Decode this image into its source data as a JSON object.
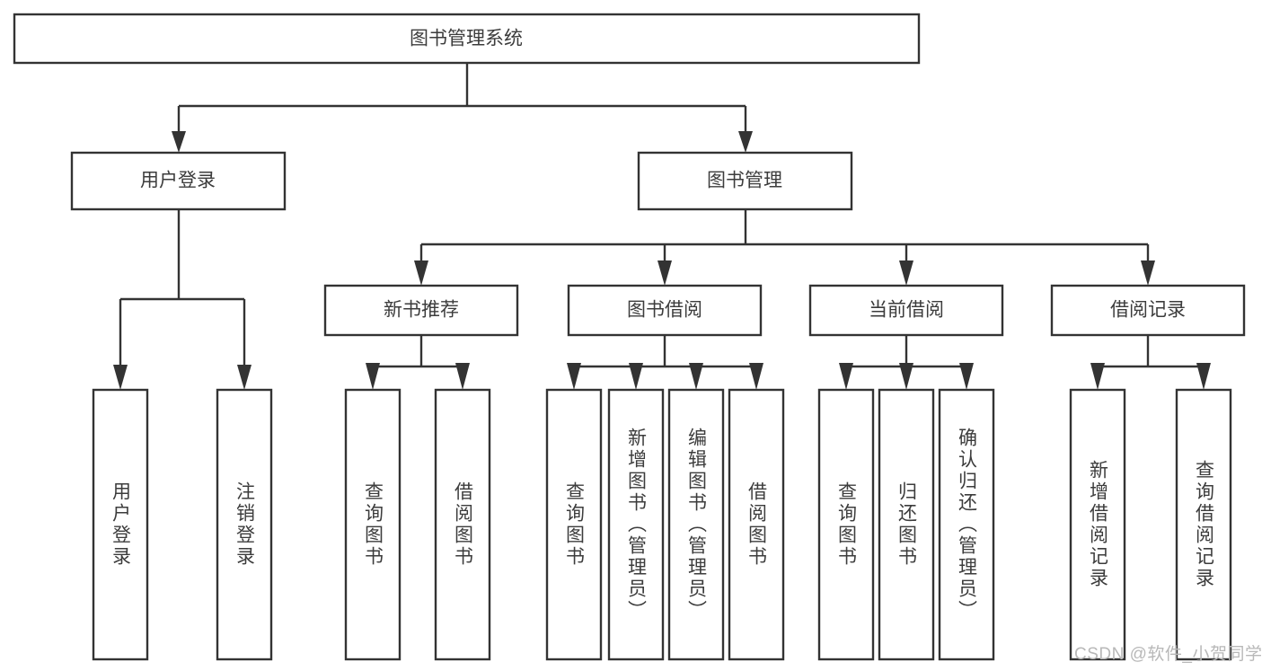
{
  "diagram": {
    "title": "图书管理系统",
    "type": "tree-hierarchy-chart",
    "root": {
      "id": "root",
      "label": "图书管理系统"
    },
    "level1": [
      {
        "id": "user-login",
        "label": "用户登录"
      },
      {
        "id": "book-admin",
        "label": "图书管理"
      }
    ],
    "level2": [
      {
        "id": "new-book-rec",
        "label": "新书推荐",
        "parent": "book-admin"
      },
      {
        "id": "book-borrow",
        "label": "图书借阅",
        "parent": "book-admin"
      },
      {
        "id": "current-borrow",
        "label": "当前借阅",
        "parent": "book-admin"
      },
      {
        "id": "borrow-record",
        "label": "借阅记录",
        "parent": "book-admin"
      }
    ],
    "leaves": {
      "user-login": [
        {
          "id": "leaf-user-login",
          "label": "用户登录"
        },
        {
          "id": "leaf-logout",
          "label": "注销登录"
        }
      ],
      "new-book-rec": [
        {
          "id": "leaf-query-book-1",
          "label": "查询图书"
        },
        {
          "id": "leaf-borrow-book-1",
          "label": "借阅图书"
        }
      ],
      "book-borrow": [
        {
          "id": "leaf-query-book-2",
          "label": "查询图书"
        },
        {
          "id": "leaf-add-book",
          "label": "新增图书（管理员）"
        },
        {
          "id": "leaf-edit-book",
          "label": "编辑图书（管理员）"
        },
        {
          "id": "leaf-borrow-book-2",
          "label": "借阅图书"
        }
      ],
      "current-borrow": [
        {
          "id": "leaf-query-book-3",
          "label": "查询图书"
        },
        {
          "id": "leaf-return-book",
          "label": "归还图书"
        },
        {
          "id": "leaf-confirm-return",
          "label": "确认归还（管理员）"
        }
      ],
      "borrow-record": [
        {
          "id": "leaf-add-record",
          "label": "新增借阅记录"
        },
        {
          "id": "leaf-query-record",
          "label": "查询借阅记录"
        }
      ]
    },
    "colors": {
      "stroke": "#333333",
      "fill": "#ffffff",
      "text": "#3c3c3c",
      "background": "#ffffff",
      "watermark": "#b8b8b8"
    }
  },
  "watermark": {
    "text": "CSDN @软件_小贺同学"
  }
}
